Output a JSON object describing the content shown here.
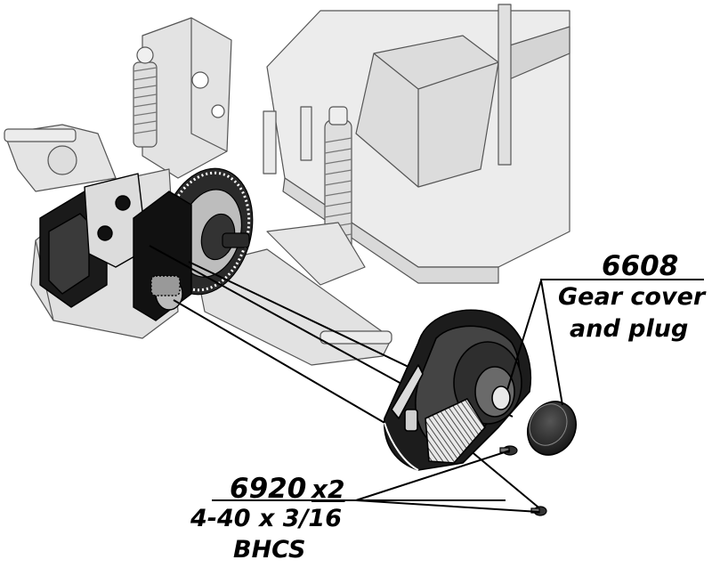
{
  "callouts": {
    "gear_cover": {
      "part_number": "6608",
      "description_line1": "Gear cover",
      "description_line2": "and plug"
    },
    "screw": {
      "part_number": "6920",
      "quantity": "x2",
      "description_line1": "4-40 x 3/16",
      "description_line2": "BHCS"
    }
  }
}
